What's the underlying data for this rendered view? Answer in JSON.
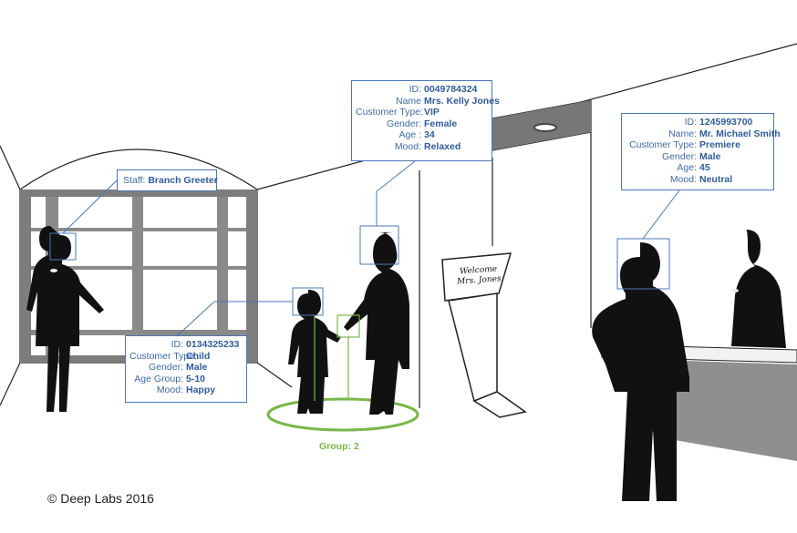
{
  "cards": {
    "staff": {
      "rows": [
        {
          "label": "Staff:",
          "value": "Branch Greeter"
        }
      ]
    },
    "kelly": {
      "rows": [
        {
          "label": "ID:",
          "value": "0049784324"
        },
        {
          "label": "Name",
          "value": "Mrs. Kelly Jones"
        },
        {
          "label": "Customer Type:",
          "value": "VIP"
        },
        {
          "label": "Gender:",
          "value": "Female"
        },
        {
          "label": "Age :",
          "value": "34"
        },
        {
          "label": "Mood:",
          "value": "Relaxed"
        }
      ]
    },
    "child": {
      "rows": [
        {
          "label": "ID:",
          "value": "0134325233"
        },
        {
          "label": "Customer Type:",
          "value": "Child"
        },
        {
          "label": "Gender:",
          "value": "Male"
        },
        {
          "label": "Age Group:",
          "value": "5-10"
        },
        {
          "label": "Mood:",
          "value": "Happy"
        }
      ]
    },
    "michael": {
      "rows": [
        {
          "label": "ID:",
          "value": "1245993700"
        },
        {
          "label": "Name:",
          "value": "Mr. Michael Smith"
        },
        {
          "label": "Customer Type:",
          "value": "Premiere"
        },
        {
          "label": "Gender:",
          "value": "Male"
        },
        {
          "label": "Age:",
          "value": "45"
        },
        {
          "label": "Mood:",
          "value": "Neutral"
        }
      ]
    }
  },
  "group_label": "Group: 2",
  "kiosk": {
    "line1": "Welcome",
    "line2": "Mrs. Jones"
  },
  "copyright": "© Deep Labs 2016",
  "colors": {
    "card_border": "#4a78b8",
    "card_text": "#3d6aa8",
    "group_green": "#7ab648",
    "silhouette": "#111111"
  }
}
